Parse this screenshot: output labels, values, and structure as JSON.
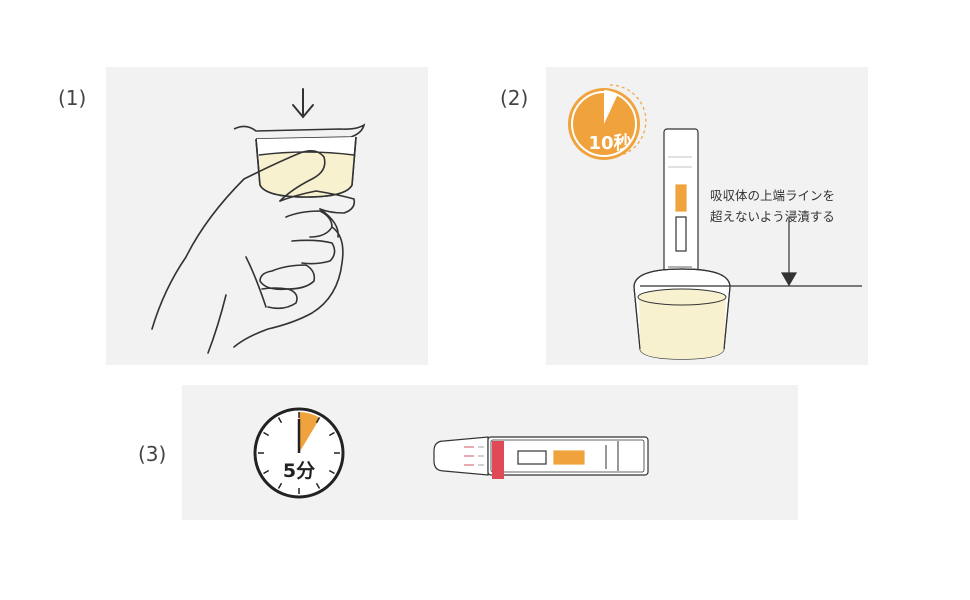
{
  "steps": [
    {
      "number": "(1)"
    },
    {
      "number": "(2)",
      "timer_label": "10秒",
      "note_line1": "吸収体の上端ラインを",
      "note_line2": "超えないよう浸漬する"
    },
    {
      "number": "(3)",
      "timer_label": "5分"
    }
  ],
  "colors": {
    "accent": "#f0a33c",
    "liquid": "#f7f1cf",
    "panel_bg": "#f2f2f2",
    "line": "#333333",
    "brand_band": "#e04a56"
  }
}
